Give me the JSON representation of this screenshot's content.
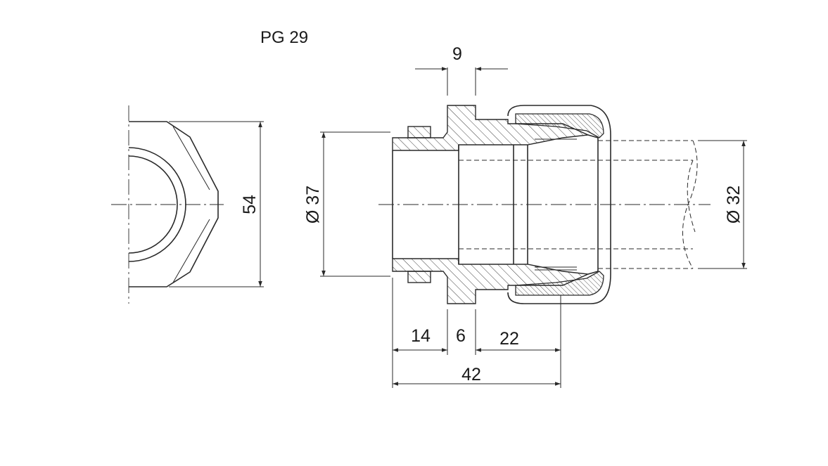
{
  "title": "PG 29",
  "dimensions": {
    "top_width": "9",
    "hex_height": "54",
    "outer_diameter": "Ø 37",
    "cable_diameter": "Ø 32",
    "len_a": "14",
    "len_b": "6",
    "len_c": "22",
    "total_length": "42"
  }
}
